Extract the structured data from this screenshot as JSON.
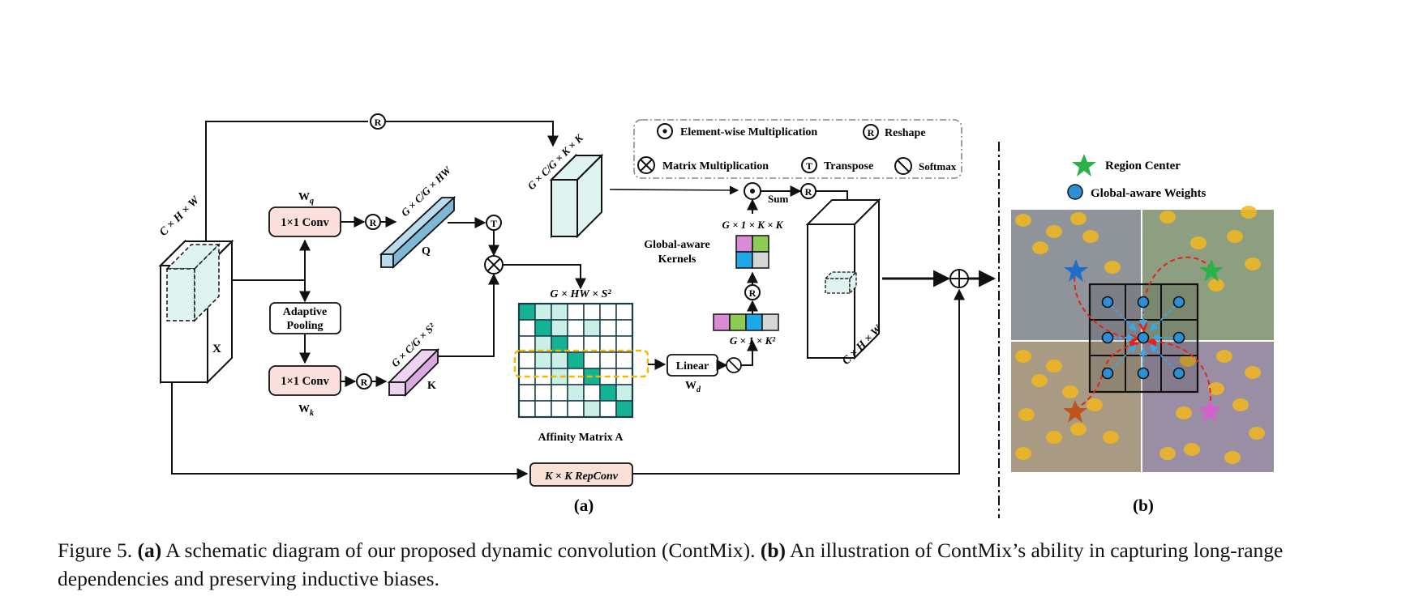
{
  "legend": {
    "elementwise": "Element-wise Multiplication",
    "reshape": "Reshape",
    "matmul": "Matrix Multiplication",
    "transpose": "Transpose",
    "softmax": "Softmax",
    "symbols": {
      "reshape": "R",
      "transpose": "T"
    }
  },
  "panel_a": {
    "input_label": "X",
    "input_dims": "C × H × W",
    "wq": "W",
    "wq_sub": "q",
    "conv_q": "1×1 Conv",
    "adaptive_pooling_line1": "Adaptive",
    "adaptive_pooling_line2": "Pooling",
    "conv_k": "1×1 Conv",
    "wk": "W",
    "wk_sub": "k",
    "q_label": "Q",
    "k_label": "K",
    "q_dims": "G × C/G × HW",
    "k_dims": "G × C/G × S²",
    "v_dims": "G × C/G × K × K",
    "affinity_dims": "G × HW × S²",
    "affinity_label": "Affinity Matrix A",
    "linear": "Linear",
    "wd": "W",
    "wd_sub": "d",
    "kernel_vec_dims": "G × 1 × K²",
    "kernel_dims": "G × 1 × K × K",
    "global_kernels_line1": "Global-aware",
    "global_kernels_line2": "Kernels",
    "sum": "Sum",
    "output_dims": "C × H × W",
    "repconv": "K × K RepConv",
    "panel_tag": "(a)"
  },
  "panel_b": {
    "region_center": "Region Center",
    "global_weights": "Global-aware Weights",
    "panel_tag": "(b)",
    "star_colors": [
      "#1f6fc9",
      "#2bb14a",
      "#c0521e",
      "#d65fd0"
    ],
    "weight_color": "#2d8fd6"
  },
  "caption": {
    "fig": "Figure 5.",
    "a_tag": "(a)",
    "a_text": "A schematic diagram of our proposed dynamic convolution (ContMix).",
    "b_tag": "(b)",
    "b_text": "An illustration of ContMix’s ability in capturing long-range dependencies and preserving inductive biases."
  },
  "colors": {
    "conv_fill": "#fbe0de",
    "repconv_fill": "#f9e1d8",
    "query_fill": "#b8dcee",
    "key_fill": "#ecd3ef",
    "value_fill": "#dff3f0",
    "teal_dark": "#14b394",
    "teal_light": "#c9efe7",
    "highlight": "#f5b800",
    "kernel_colors": [
      "#d98bd6",
      "#8dcc52",
      "#1ea8e8",
      "#d6d6d6"
    ]
  }
}
